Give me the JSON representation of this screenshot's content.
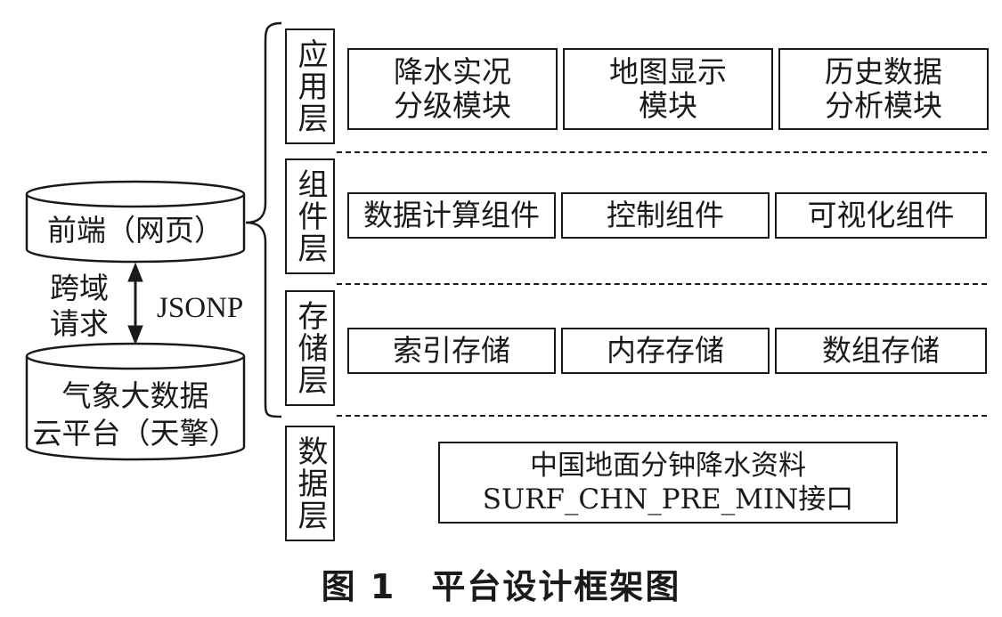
{
  "left": {
    "frontend_label": "前端（网页）",
    "cross_domain_label": "跨域\n请求",
    "protocol_label": "JSONP",
    "backend_label": "气象大数据\n云平台（天擎）"
  },
  "layers": [
    {
      "label": "应用层",
      "modules": [
        "降水实况\n分级模块",
        "地图显示\n模块",
        "历史数据\n分析模块"
      ]
    },
    {
      "label": "组件层",
      "modules": [
        "数据计算组件",
        "控制组件",
        "可视化组件"
      ]
    },
    {
      "label": "存储层",
      "modules": [
        "索引存储",
        "内存存储",
        "数组存储"
      ]
    },
    {
      "label": "数据层",
      "modules": [
        "中国地面分钟降水资料\nSURF_CHN_PRE_MIN接口"
      ]
    }
  ],
  "caption": "图 1　平台设计框架图"
}
